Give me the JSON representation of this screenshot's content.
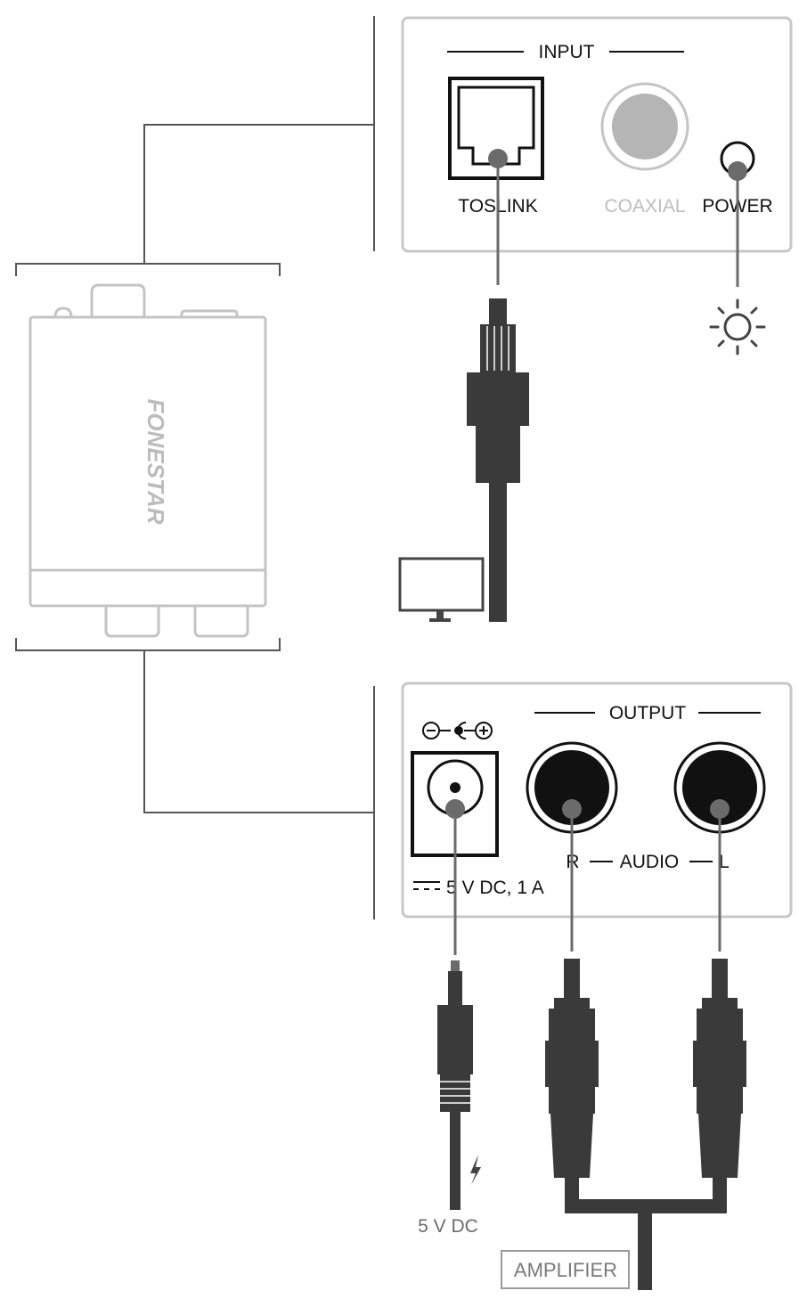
{
  "input_panel": {
    "heading": "INPUT",
    "toslink_label": "TOSLINK",
    "coaxial_label": "COAXIAL",
    "power_label": "POWER"
  },
  "device": {
    "brand": "FONESTAR"
  },
  "output_panel": {
    "heading": "OUTPUT",
    "channel_right": "R",
    "audio_label": "AUDIO",
    "channel_left": "L",
    "dc_rating": "5 V DC, 1 A"
  },
  "cables": {
    "power_supply_label": "5 V DC",
    "amplifier_label": "AMPLIFIER"
  },
  "icons": {
    "power_led": "sun-icon",
    "source_display": "monitor-icon",
    "lightning": "lightning-icon",
    "polarity": "dc-polarity-icon"
  },
  "colors": {
    "line_dark": "#3a3a3a",
    "cable_gray": "#6b6b6b",
    "panel_outline": "#c8c8c8",
    "light_text": "#bdbdbd",
    "jack_black": "#111111"
  }
}
